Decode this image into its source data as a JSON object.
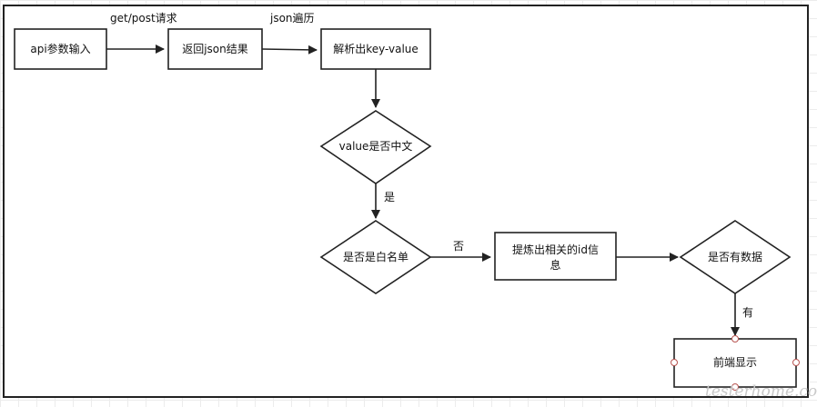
{
  "nodes": {
    "api_input": "api参数输入",
    "return_json": "返回json结果",
    "parse_kv": "解析出key-value",
    "is_chinese": "value是否中文",
    "is_whitelist": "是否是白名单",
    "extract_line1": "提炼出相关的id信",
    "extract_line2": "息",
    "has_data": "是否有数据",
    "frontend_display": "前端显示"
  },
  "edges": {
    "get_post": "get/post请求",
    "json_traverse": "json遍历",
    "yes": "是",
    "no": "否",
    "has": "有"
  },
  "watermark": "testerhome.com",
  "colors": {
    "stroke": "#222222",
    "handle_fill": "#ffffff",
    "handle_stroke": "#b85450"
  }
}
